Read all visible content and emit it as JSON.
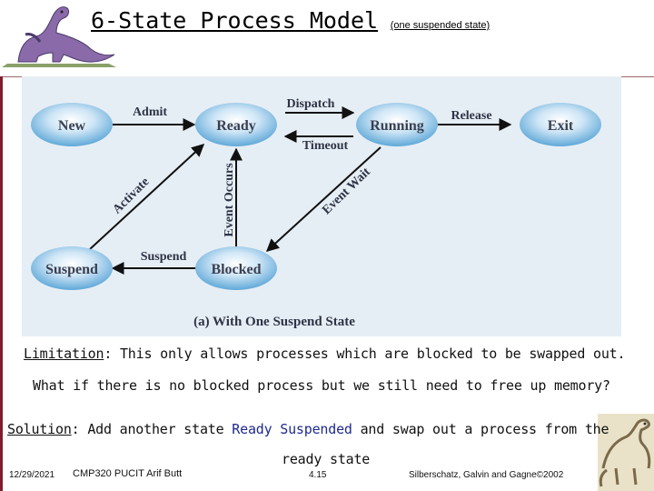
{
  "title": "6-State Process Model",
  "title_note": "(one suspended state)",
  "diagram": {
    "states": {
      "new": "New",
      "ready": "Ready",
      "running": "Running",
      "exit": "Exit",
      "suspend": "Suspend",
      "blocked": "Blocked"
    },
    "transitions": {
      "admit": "Admit",
      "dispatch": "Dispatch",
      "timeout": "Timeout",
      "release": "Release",
      "activate": "Activate",
      "event_occurs": "Event Occurs",
      "event_wait": "Event Wait",
      "suspend": "Suspend"
    },
    "caption": "(a) With One Suspend State"
  },
  "limitation": {
    "label": "Limitation",
    "text": ": This only allows processes which are blocked to be swapped out."
  },
  "question": "What if there is no blocked process but we still need to free up memory?",
  "solution": {
    "label": "Solution",
    "pre": ": Add another state ",
    "highlight": "Ready Suspended",
    "post": " and swap out a process from the",
    "line2": "ready state"
  },
  "footer": {
    "date": "12/29/2021",
    "course": "CMP320  PUCIT  Arif Butt",
    "page": "4.15",
    "credit": "Silberschatz, Galvin and  Gagne©2002"
  },
  "colors": {
    "accent_bar": "#7f1d2b",
    "diagram_bg": "#e6eef5",
    "state_fill": "#5fa8d8",
    "highlight_text": "#1f2a90"
  }
}
